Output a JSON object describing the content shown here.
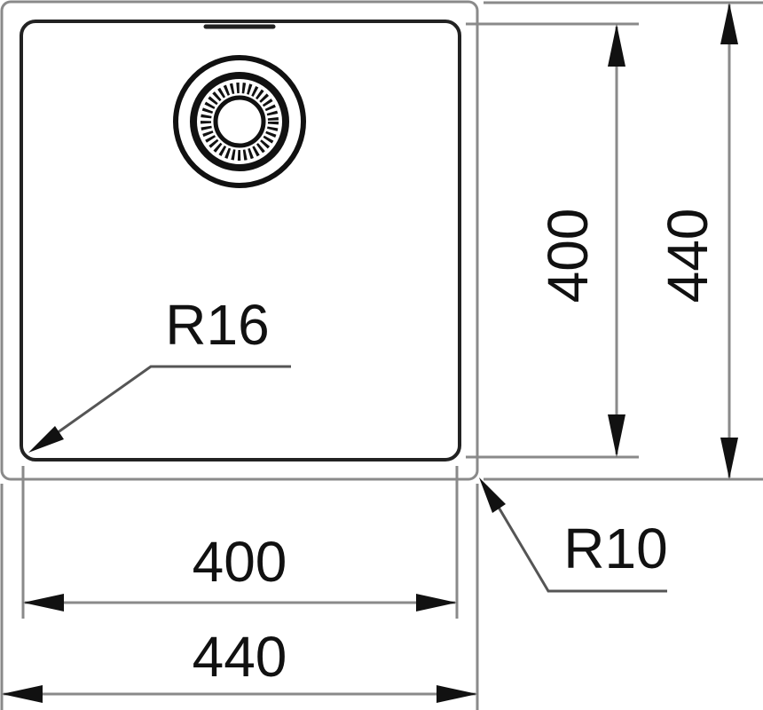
{
  "diagram": {
    "type": "technical-drawing",
    "subject": "square-sink-bowl",
    "colors": {
      "line": "#8a8a8a",
      "outline": "#222222",
      "text": "#111111",
      "background": "#ffffff"
    },
    "dimensions": {
      "inner_width": "400",
      "outer_width": "440",
      "inner_height": "400",
      "outer_height": "440",
      "inner_radius": "R16",
      "outer_radius": "R10"
    },
    "elements": {
      "drain": "drain-strainer-icon",
      "overflow": "overflow-slot"
    }
  }
}
